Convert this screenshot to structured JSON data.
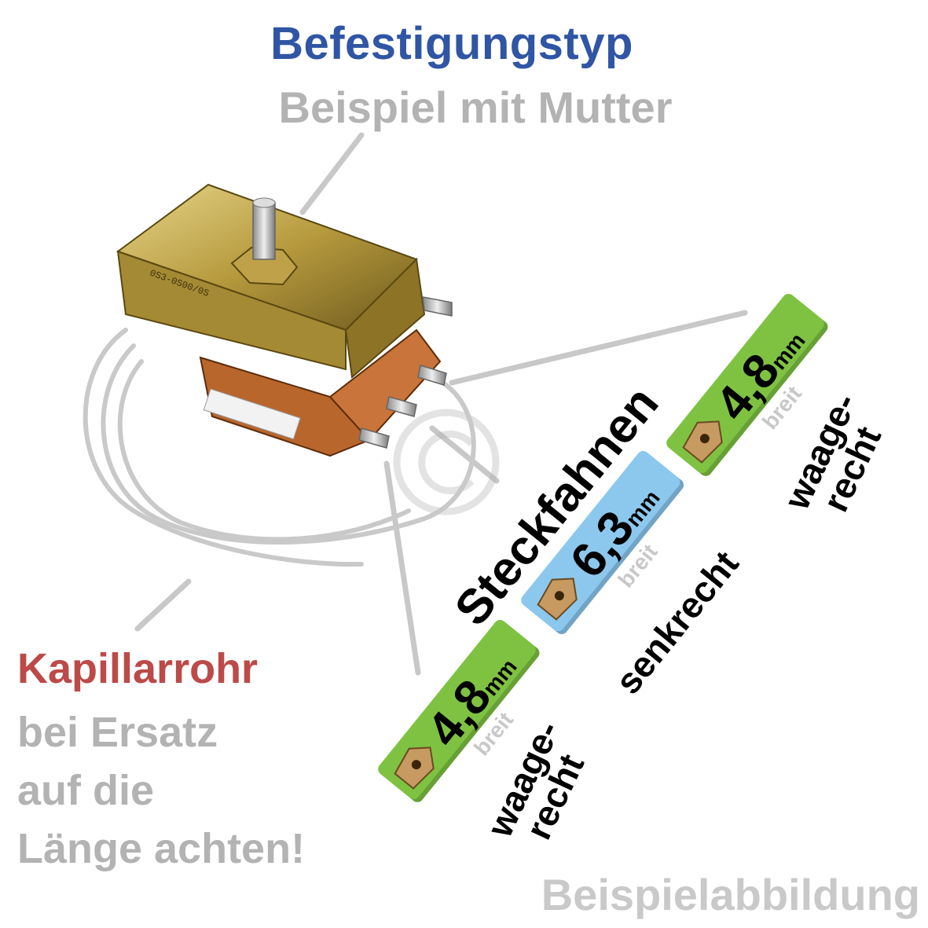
{
  "header": {
    "title": "Befestigungstyp",
    "subtitle": "Beispiel mit Mutter"
  },
  "capillary": {
    "heading": "Kapillarrohr",
    "note_lines": [
      "bei Ersatz",
      "auf die",
      "Länge achten!"
    ]
  },
  "terminals": {
    "heading": "Steckfahnen",
    "width_word": "breit",
    "tabs": [
      {
        "value": "4,8",
        "unit": "mm",
        "orientation_lines": [
          "waage-",
          "recht"
        ],
        "color": "#7fc242"
      },
      {
        "value": "6,3",
        "unit": "mm",
        "orientation_lines": [
          "senkrecht"
        ],
        "color": "#8cc8ee"
      },
      {
        "value": "4,8",
        "unit": "mm",
        "orientation_lines": [
          "waage-",
          "recht"
        ],
        "color": "#7fc242"
      }
    ]
  },
  "footer": {
    "caption": "Beispielabbildung"
  },
  "colors": {
    "title_blue": "#2f55a4",
    "accent_red": "#bc4a48",
    "muted_gray": "#b3b3b3",
    "tab_green": "#7fc242",
    "tab_blue": "#8cc8ee"
  },
  "icons": [
    "thermostat-photo",
    "terminal-lug-icon",
    "copyright-watermark-icon"
  ]
}
